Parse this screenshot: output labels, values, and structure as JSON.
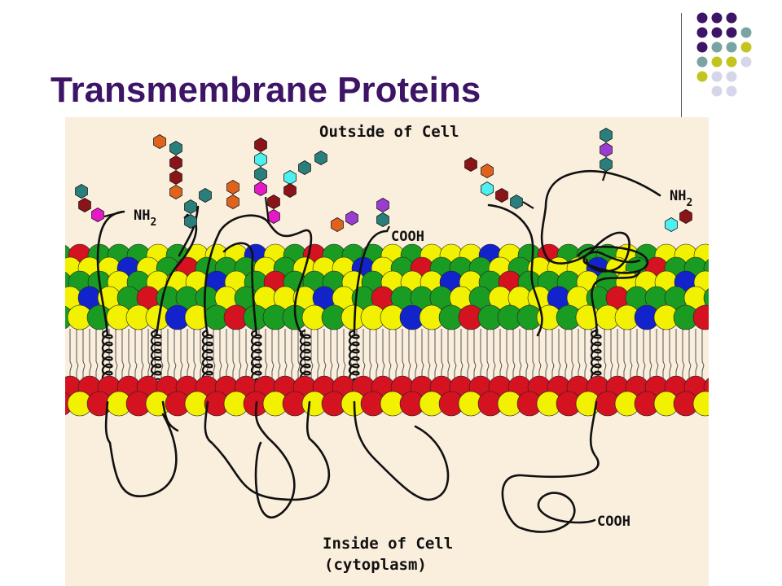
{
  "slide": {
    "title": "Transmembrane Proteins"
  },
  "diagram": {
    "outside_label": "Outside of Cell",
    "inside_label": "Inside of Cell",
    "inside_sublabel": "(cytoplasm)",
    "terminus_labels": {
      "nh2_left": "NH",
      "nh2_right": "NH",
      "subscript": "2",
      "cooh_top": "COOH",
      "cooh_bottom": "COOH"
    }
  },
  "colors": {
    "title": "#3d1466",
    "background": "#faeedd",
    "purple": "#3d1466",
    "teal": "#7aa3a3",
    "olive": "#c4c41e",
    "lavender": "#d6d6ea",
    "head_green": "#1a9c22",
    "head_yellow": "#f2f200",
    "head_red": "#d41220",
    "head_blue": "#1323cc",
    "sugar_teal": "#2a7f7c",
    "sugar_orange": "#e0631c",
    "sugar_maroon": "#8a1418",
    "sugar_cyan": "#4cf0f0",
    "sugar_magenta": "#e619c8",
    "sugar_violet": "#9b3cd0"
  }
}
